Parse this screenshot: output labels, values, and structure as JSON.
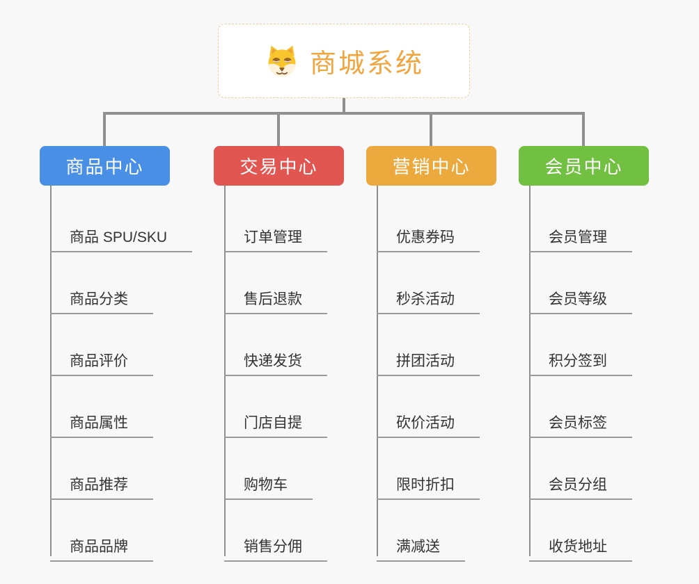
{
  "root": {
    "title": "商城系统",
    "icon": "dog-icon",
    "title_color": "#f0a53e",
    "border_color": "#f0cc96"
  },
  "colors": {
    "background": "#f8f8f8",
    "connector": "#909090",
    "leaf_line": "#9a9a9a",
    "leaf_text": "#333333",
    "branch_text": "#ffffff"
  },
  "branches": [
    {
      "label": "商品中心",
      "color": "#4a8fe6",
      "items": [
        "商品 SPU/SKU",
        "商品分类",
        "商品评价",
        "商品属性",
        "商品推荐",
        "商品品牌"
      ]
    },
    {
      "label": "交易中心",
      "color": "#e25651",
      "items": [
        "订单管理",
        "售后退款",
        "快递发货",
        "门店自提",
        "购物车",
        "销售分佣"
      ]
    },
    {
      "label": "营销中心",
      "color": "#eba93e",
      "items": [
        "优惠券码",
        "秒杀活动",
        "拼团活动",
        "砍价活动",
        "限时折扣",
        "满减送"
      ]
    },
    {
      "label": "会员中心",
      "color": "#72c041",
      "items": [
        "会员管理",
        "会员等级",
        "积分签到",
        "会员标签",
        "会员分组",
        "收货地址"
      ]
    }
  ]
}
